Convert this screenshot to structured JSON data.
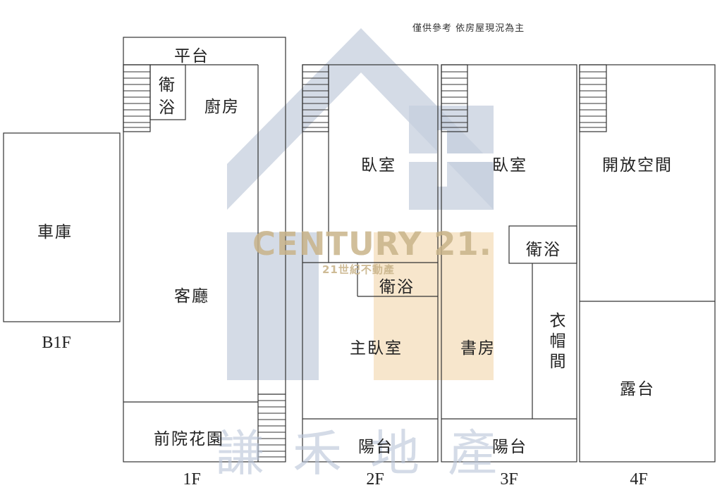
{
  "note": "僅供參考 依房屋現況為主",
  "watermark": {
    "brand": "CENTURY 21.",
    "brand_sub": "21世紀不動產",
    "agency": "謙禾地產",
    "colors": {
      "house": "#c5cfde",
      "gold": "#f3dcb6",
      "brand_text": "#c9b48a"
    }
  },
  "floors": {
    "b1": {
      "label": "B1F",
      "rooms": {
        "garage": "車庫"
      }
    },
    "f1": {
      "label": "1F",
      "rooms": {
        "platform": "平台",
        "bath_a": "衛",
        "bath_b": "浴",
        "kitchen": "廚房",
        "living": "客廳",
        "garden": "前院花園"
      }
    },
    "f2": {
      "label": "2F",
      "rooms": {
        "bedroom": "臥室",
        "bath": "衛浴",
        "master": "主臥室",
        "balcony": "陽台"
      }
    },
    "f3": {
      "label": "3F",
      "rooms": {
        "bedroom": "臥室",
        "bath": "衛浴",
        "study": "書房",
        "closet": "衣帽間",
        "balcony": "陽台"
      }
    },
    "f4": {
      "label": "4F",
      "rooms": {
        "open_space": "開放空間",
        "terrace": "露台"
      }
    }
  }
}
